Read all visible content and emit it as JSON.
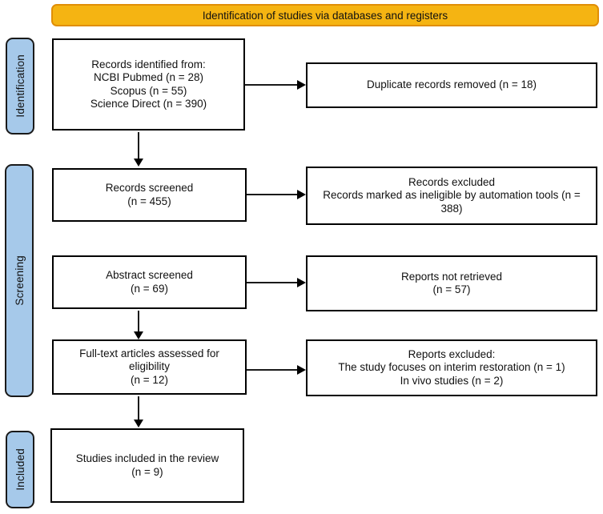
{
  "banner": {
    "label": "Identification of studies via databases and registers"
  },
  "stages": [
    {
      "label": "Identification"
    },
    {
      "label": "Screening"
    },
    {
      "label": "Included"
    }
  ],
  "boxes": {
    "records_identified": {
      "text": "Records identified from:\nNCBI Pubmed (n = 28)\nScopus (n = 55)\nScience Direct (n = 390)"
    },
    "duplicates_removed": {
      "text": "Duplicate records removed  (n = 18)"
    },
    "records_screened": {
      "text": "Records screened\n(n = 455)"
    },
    "records_excluded": {
      "text": "Records excluded\nRecords marked as ineligible by automation tools (n = 388)"
    },
    "abstract_screened": {
      "text": "Abstract screened\n(n = 69)"
    },
    "reports_not_retrieved": {
      "text": "Reports not retrieved\n(n = 57)"
    },
    "fulltext_assessed": {
      "text": "Full-text articles assessed for eligibility\n(n = 12)"
    },
    "reports_excluded": {
      "text": "Reports excluded:\nThe study focuses on interim restoration (n = 1)\nIn vivo studies (n = 2)"
    },
    "studies_included": {
      "text": "Studies included in the review\n(n = 9)"
    }
  },
  "colors": {
    "banner_fill": "#F5B412",
    "banner_border": "#E08E06",
    "stage_fill": "#A6C9EA",
    "box_border": "#000000",
    "arrow": "#1A1A1A"
  }
}
